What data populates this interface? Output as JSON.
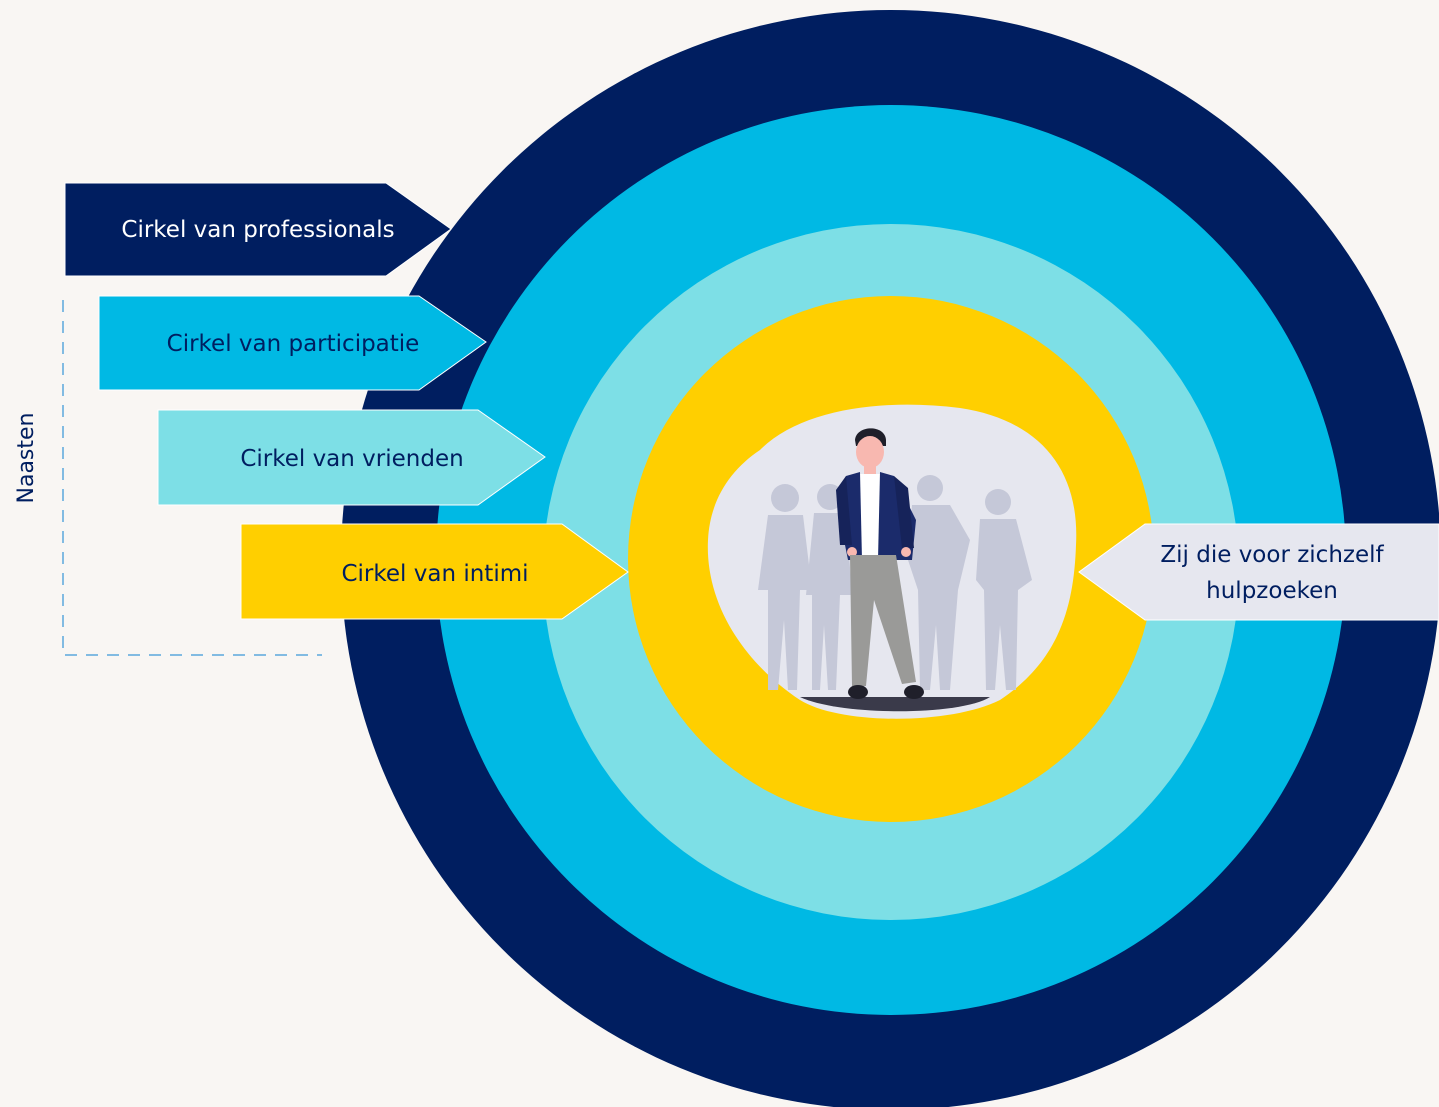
{
  "colors": {
    "background": "#f9f6f3",
    "professionals": "#001e60",
    "participatie": "#00b9e4",
    "vrienden": "#7ddfe6",
    "intimi": "#ffcf00",
    "center_blob": "#e6e7ef",
    "hulpzoeker_box": "#e6e7ef",
    "dashed_bracket": "#5aa7dc",
    "dark_text": "#001e60",
    "light_text": "#ffffff"
  },
  "circles": {
    "professionals": {
      "label": "Cirkel van professionals"
    },
    "participatie": {
      "label": "Cirkel van participatie"
    },
    "vrienden": {
      "label": "Cirkel van vrienden"
    },
    "intimi": {
      "label": "Cirkel van intimi"
    }
  },
  "group_label": "Naasten",
  "center": {
    "label_line1": "Zij die voor zichzelf",
    "label_line2": "hulpzoeken",
    "illustration": "person-standing-with-group-silhouettes"
  }
}
